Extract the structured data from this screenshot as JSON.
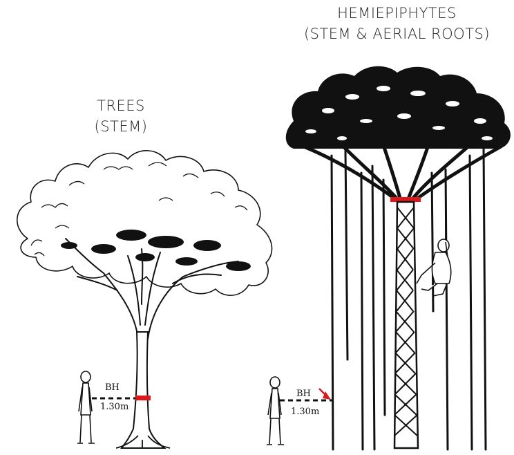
{
  "trees": {
    "title_line1": "TREES",
    "title_line2": "(STEM)",
    "bh_label": "BH",
    "height_label": "1.30m"
  },
  "hemiepiphytes": {
    "title_line1": "HEMIEPIPHYTES",
    "title_line2": "(STEM & AERIAL ROOTS)",
    "bh_label": "BH",
    "height_label": "1.30m"
  },
  "colors": {
    "ink": "#111111",
    "measure_mark": "#d9191c"
  }
}
